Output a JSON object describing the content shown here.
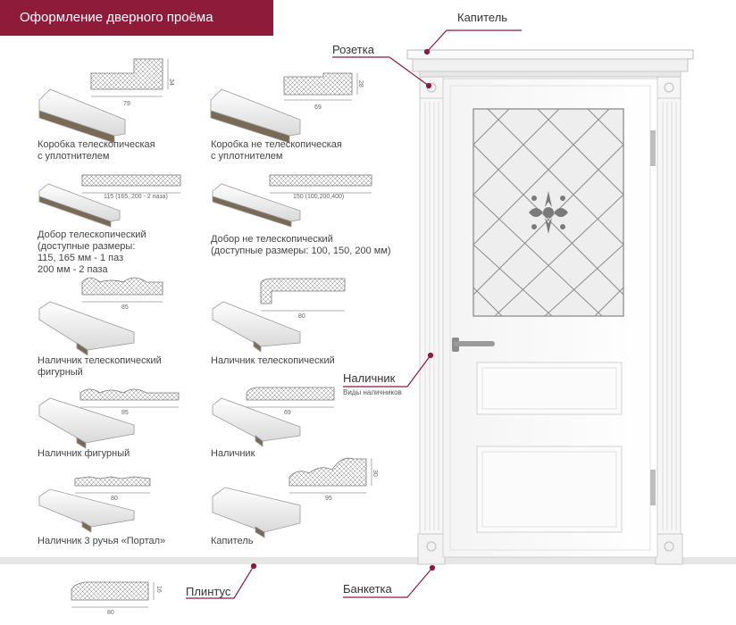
{
  "header": {
    "title": "Оформление дверного проёма"
  },
  "callouts": {
    "kapitel": "Капитель",
    "rozetka": "Розетка",
    "nalichnik": "Наличник",
    "nalichnik_sub": "Виды наличников",
    "plintus": "Плинтус",
    "banketka": "Банкетка"
  },
  "items": [
    {
      "label": "Коробка телескопическая\nс уплотнителем",
      "dims": [
        "79",
        "34"
      ]
    },
    {
      "label": "Коробка не телескопическая\nс уплотнителем",
      "dims": [
        "69",
        "28"
      ]
    },
    {
      "label": "Добор телескопический\n(доступные размеры:\n115, 165 мм - 1 паз\n200 мм - 2 паза",
      "dims": [
        "115 (165, 200 - 2 паза)"
      ]
    },
    {
      "label": "Добор не телескопический\n(доступные размеры: 100, 150, 200 мм)",
      "dims": [
        "150 (100,200,400)"
      ]
    },
    {
      "label": "Наличник телескопический\nфигурный",
      "dims": [
        "85"
      ]
    },
    {
      "label": "Наличник телескопический",
      "dims": [
        "80"
      ]
    },
    {
      "label": "Наличник фигурный",
      "dims": [
        "85"
      ]
    },
    {
      "label": "Наличник",
      "dims": [
        "69"
      ]
    },
    {
      "label": "Наличник 3 ручья «Портал»",
      "dims": [
        "80"
      ]
    },
    {
      "label": "Капитель",
      "dims": [
        "95",
        "30"
      ]
    }
  ],
  "plinth": {
    "dims": [
      "80",
      "16"
    ]
  },
  "colors": {
    "brand": "#8e1b3a",
    "accent": "#8e1b3a"
  }
}
